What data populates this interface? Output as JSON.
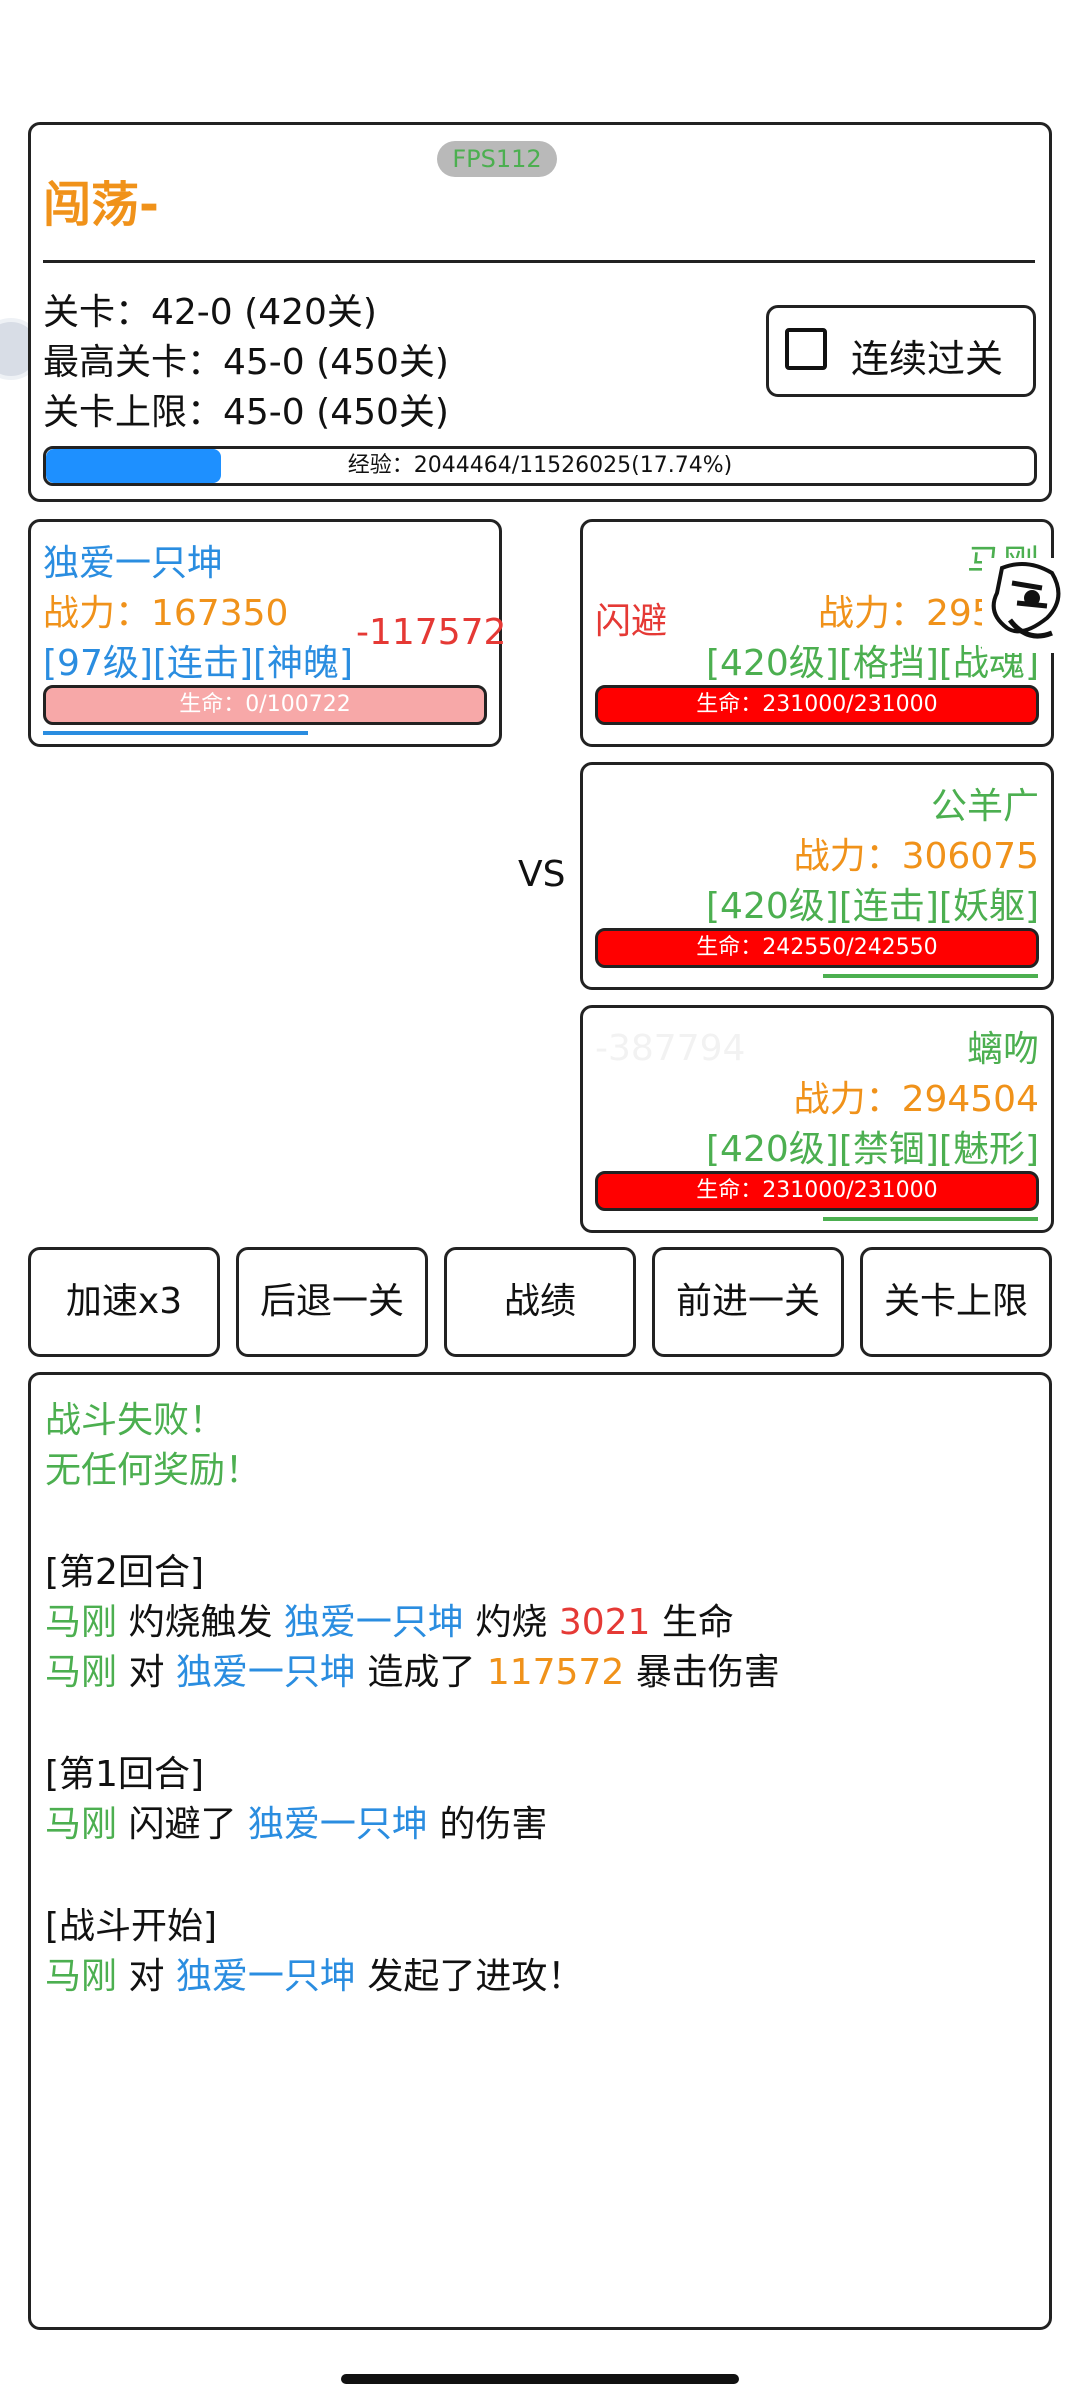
{
  "header": {
    "fps": "FPS112",
    "mode_title": "闯荡-",
    "stage": "关卡：42-0 (420关)",
    "max_stage": "最高关卡：45-0 (450关)",
    "stage_limit": "关卡上限：45-0 (450关)",
    "continuous_label": "连续过关",
    "continuous_checked": false,
    "exp_text": "经验：2044464/11526025(17.74%)",
    "exp_progress": 0.1774
  },
  "player": {
    "name": "独爱一只坤",
    "power": "战力：167350",
    "tags": "[97级][连击][神魄]",
    "damage_popup": "-117572",
    "hp_text": "生命：0/100722",
    "hp_fraction": 0
  },
  "vs_label": "VS",
  "enemies": [
    {
      "name": "马刚",
      "power": "战力：295",
      "tags": "[420级][格挡][战魂]",
      "status_popup": "闪避",
      "hp_text": "生命：231000/231000",
      "hp_fraction": 1
    },
    {
      "name": "公羊广",
      "power": "战力：306075",
      "tags": "[420级][连击][妖躯]",
      "hp_text": "生命：242550/242550",
      "hp_fraction": 1
    },
    {
      "name": "螭吻",
      "power": "战力：294504",
      "tags": "[420级][禁锢][魅形]",
      "faded_popup": "-387794",
      "hp_text": "生命：231000/231000",
      "hp_fraction": 1
    }
  ],
  "buttons": {
    "speed": "加速x3",
    "back": "后退一关",
    "record": "战绩",
    "forward": "前进一关",
    "limit": "关卡上限"
  },
  "log": {
    "result": "战斗失败！",
    "reward": "无任何奖励！",
    "round2": "[第2回合]",
    "r2_l1": {
      "actor": "马刚",
      "action": " 灼烧触发 ",
      "target": "独爱一只坤",
      "mid": " 灼烧 ",
      "value": "3021",
      "tail": " 生命"
    },
    "r2_l2": {
      "actor": "马刚",
      "action": " 对 ",
      "target": "独爱一只坤",
      "mid": " 造成了 ",
      "value": "117572",
      "tail": " 暴击伤害"
    },
    "round1": "[第1回合]",
    "r1_l1": {
      "actor": "马刚",
      "action": " 闪避了 ",
      "target": "独爱一只坤",
      "tail": " 的伤害"
    },
    "start": "[战斗开始]",
    "s_l1": {
      "actor": "马刚",
      "action": " 对 ",
      "target": "独爱一只坤",
      "tail": " 发起了进攻！"
    }
  },
  "colors": {
    "orange": "#f0921a",
    "green": "#4caf50",
    "blue": "#2a8de0",
    "red": "#e53935",
    "hp_red": "#ff0000",
    "hp_dead": "#f7a8a8",
    "exp_blue": "#1e90ff"
  }
}
